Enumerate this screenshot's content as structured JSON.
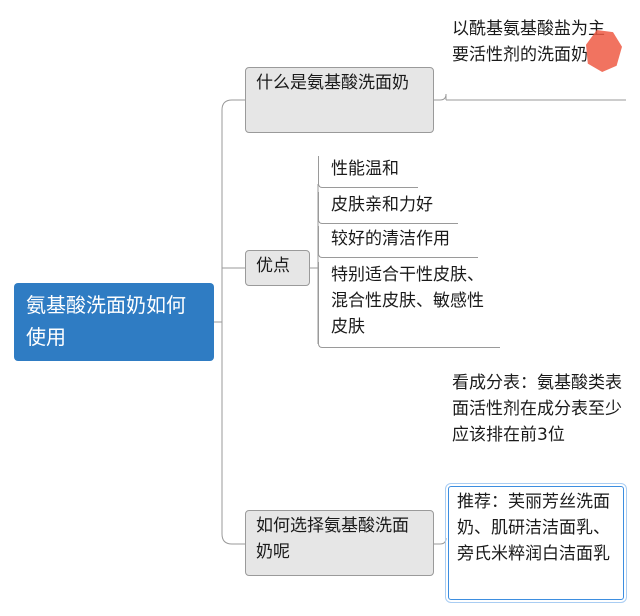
{
  "root": {
    "label": "氨基酸洗面奶如何使用"
  },
  "branches": [
    {
      "label": "什么是氨基酸洗面奶",
      "children": [
        "以酰基氨基酸盐为主要活性剂的洗面奶"
      ]
    },
    {
      "label": "优点",
      "children": [
        "性能温和",
        "皮肤亲和力好",
        "较好的清洁作用",
        "特别适合干性皮肤、混合性皮肤、敏感性皮肤"
      ]
    },
    {
      "label": "如何选择氨基酸洗面奶呢",
      "children": [
        "看成分表：氨基酸类表面活性剂在成分表至少应该排在前3位",
        "推荐：芙丽芳丝洗面奶、肌研洁洁面乳、旁氏米粹润白洁面乳"
      ]
    }
  ],
  "colors": {
    "root_bg": "#2f7cc3",
    "branch_bg": "#e6e6e6",
    "line": "#9a9a9a",
    "highlight": "#3d8ee0",
    "marker": "#ef5a44"
  }
}
